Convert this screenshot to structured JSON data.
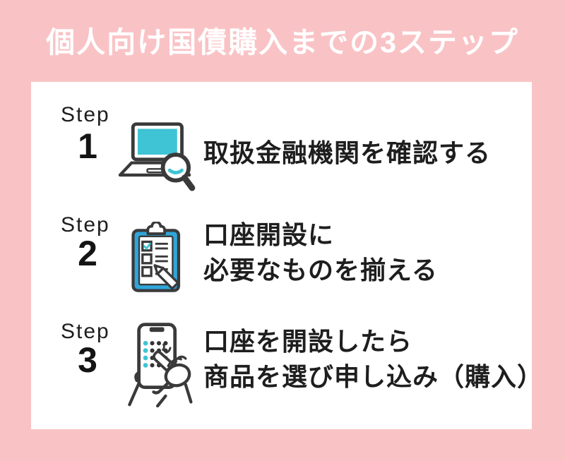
{
  "title": "個人向け国債購入までの3ステップ",
  "colors": {
    "background_pink": "#F9C3C6",
    "card_white": "#FFFFFF",
    "text_ink": "#1E1E1E",
    "icon_outline": "#3A3A3A",
    "accent_cyan": "#3EC4D4",
    "accent_blue": "#2FA6DB"
  },
  "steps": [
    {
      "label": "Step",
      "number": "1",
      "icon": "laptop-search-icon",
      "text_lines": [
        "取扱金融機関を確認する"
      ]
    },
    {
      "label": "Step",
      "number": "2",
      "icon": "clipboard-checklist-icon",
      "text_lines": [
        "口座開設に",
        "必要なものを揃える"
      ]
    },
    {
      "label": "Step",
      "number": "3",
      "icon": "smartphone-tap-icon",
      "text_lines": [
        "口座を開設したら",
        "商品を選び申し込み（購入）"
      ]
    }
  ]
}
